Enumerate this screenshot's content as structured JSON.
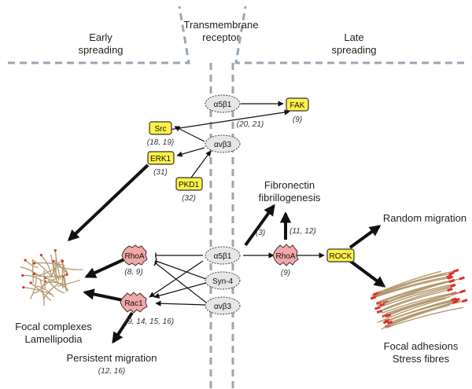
{
  "regions": {
    "early": [
      "Early",
      "spreading"
    ],
    "receptor": [
      "Transmembrane",
      "receptor"
    ],
    "late": [
      "Late",
      "spreading"
    ]
  },
  "integrins": {
    "a5b1_top": "α5β1",
    "avb3_top": "αvβ3",
    "a5b1_mid": "α5β1",
    "syn4": "Syn-4",
    "avb3_bottom": "αvβ3"
  },
  "kinases": {
    "fak": "FAK",
    "src": "Src",
    "erk1": "ERK1",
    "pkd1": "PKD1",
    "rock": "ROCK"
  },
  "gtpases": {
    "rhoa_left": "RhoA",
    "rac1": "Rac1",
    "rhoa_right": "RhoA"
  },
  "citations": {
    "a5b1_fak": "(20, 21)",
    "fak": "(9)",
    "src": "(18, 19)",
    "erk1": "(31)",
    "pkd1": "(32)",
    "rhoa_left": "(8, 9)",
    "rac1": "(9, 14, 15, 16)",
    "fibro": "(3)",
    "rhoa_right_up": "(11, 12)",
    "rhoa_right": "(9)",
    "persistent": "(12, 16)"
  },
  "outcomes": {
    "fibronectin": [
      "Fibronectin",
      "fibrillogenesis"
    ],
    "random": "Random migration",
    "focal_complexes": [
      "Focal complexes",
      "Lamellipodia"
    ],
    "focal_adhesions": [
      "Focal adhesions",
      "Stress fibres"
    ],
    "persistent": "Persistent migration"
  },
  "colors": {
    "kinase": "#fff24a",
    "gtpase": "#f3a7a7",
    "integrin": "#e6e6e6",
    "membrane": "#9aa6b0",
    "fibre": "#b39a70",
    "adhesion_dot": "#e0302a"
  }
}
